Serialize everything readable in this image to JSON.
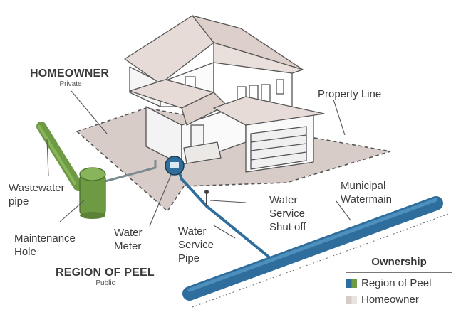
{
  "colors": {
    "region_pipe": "#2f6e9c",
    "region_pipe_light": "#4d8fbd",
    "homeowner_pipe": "#6e9a43",
    "homeowner_pipe_light": "#88b55b",
    "lot": "#d8ccc8",
    "house_wall": "#f7f7f7",
    "roof": "#e6dbd6",
    "outline": "#555555",
    "homeowner_swatch_a": "#d6cbc6",
    "homeowner_swatch_b": "#eae4e1"
  },
  "zones": {
    "homeowner_title": "HOMEOWNER",
    "homeowner_sub": "Private",
    "region_title": "REGION OF PEEL",
    "region_sub": "Public"
  },
  "labels": {
    "property_line": "Property Line",
    "wastewater_pipe": "Wastewater\npipe",
    "maintenance_hole": "Maintenance\nHole",
    "water_meter": "Water\nMeter",
    "water_service_pipe": "Water\nService\nPipe",
    "water_service_shutoff": "Water\nService\nShut off",
    "municipal_watermain": "Municipal\nWatermain"
  },
  "legend": {
    "title": "Ownership",
    "items": [
      {
        "label": "Region of Peel",
        "colors": [
          "#2f6e9c",
          "#6e9a43"
        ]
      },
      {
        "label": "Homeowner",
        "colors": [
          "#d6cbc6",
          "#eae4e1"
        ]
      }
    ]
  }
}
